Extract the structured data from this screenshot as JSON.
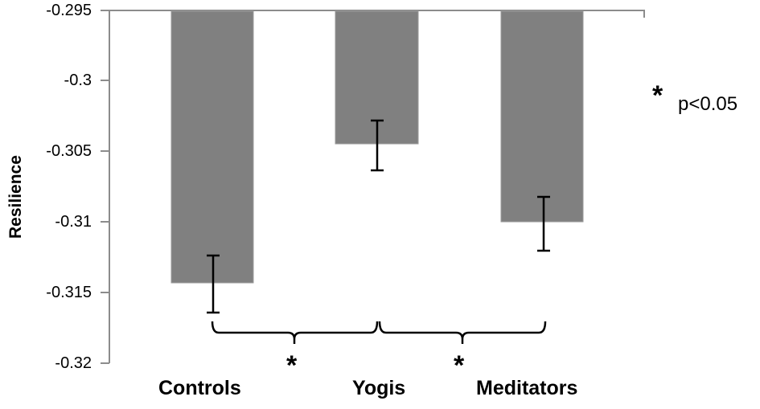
{
  "chart_data": {
    "type": "bar",
    "title": "",
    "xlabel": "",
    "ylabel": "Resilience",
    "categories": [
      "Controls",
      "Yogis",
      "Meditators"
    ],
    "values": [
      -0.3143,
      -0.3045,
      -0.31
    ],
    "error": [
      0.002,
      0.0018,
      0.0019
    ],
    "ylim": [
      -0.32,
      -0.295
    ],
    "yticks": [
      -0.295,
      -0.3,
      -0.305,
      -0.31,
      -0.315,
      -0.32
    ],
    "ytick_labels": [
      "-0.295",
      "-0.3",
      "-0.305",
      "-0.31",
      "-0.315",
      "-0.32"
    ],
    "bars_hang_from": -0.295,
    "grid": false,
    "bar_color": "#808080",
    "annotations": [
      {
        "type": "bracket",
        "from": "Controls",
        "to": "Yogis",
        "label": "*"
      },
      {
        "type": "bracket",
        "from": "Yogis",
        "to": "Meditators",
        "label": "*"
      },
      {
        "type": "legend-note",
        "symbol": "*",
        "text": "p<0.05"
      }
    ]
  },
  "axis": {
    "ylabel": "Resilience",
    "ticks": [
      "-0.295",
      "-0.3",
      "-0.305",
      "-0.31",
      "-0.315",
      "-0.32"
    ]
  },
  "categories": {
    "c0": "Controls",
    "c1": "Yogis",
    "c2": "Meditators"
  },
  "significance": {
    "star1": "*",
    "star2": "*",
    "legend_star": "*",
    "legend_text": "p<0.05"
  },
  "colors": {
    "bar": "#808080",
    "bar_edge": "#9a9a9a",
    "axis": "#8c8c8c",
    "error": "#000000"
  }
}
